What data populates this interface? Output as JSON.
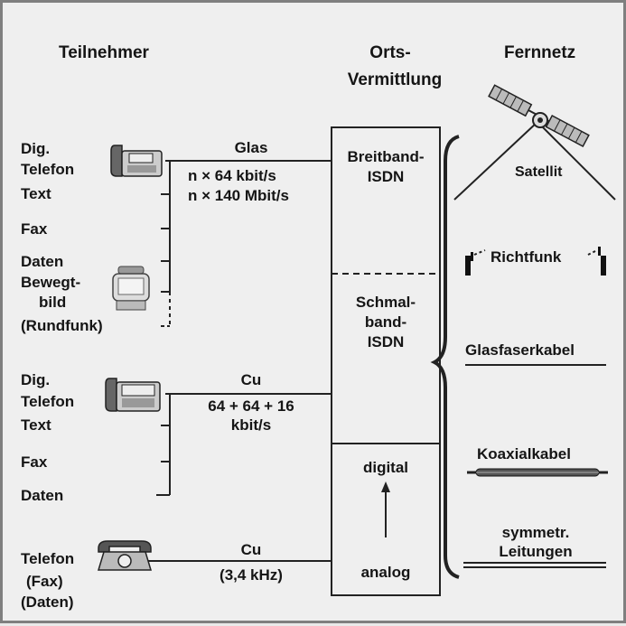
{
  "headers": {
    "subscriber": "Teilnehmer",
    "local_exchange_1": "Orts-",
    "local_exchange_2": "Vermittlung",
    "long_distance": "Fernnetz"
  },
  "broadband_group": {
    "labels": [
      "Dig.",
      "Telefon",
      "Text",
      "Fax",
      "Daten",
      "Bewegt-",
      "bild",
      "(Rundfunk)"
    ],
    "medium": "Glas",
    "rate1": "n × 64 kbit/s",
    "rate2": "n × 140 Mbit/s"
  },
  "narrowband_group": {
    "labels": [
      "Dig.",
      "Telefon",
      "Text",
      "Fax",
      "Daten"
    ],
    "medium": "Cu",
    "rate1": "64 + 64 + 16",
    "rate2": "kbit/s"
  },
  "analog_group": {
    "labels": [
      "Telefon",
      "(Fax)",
      "(Daten)"
    ],
    "medium": "Cu",
    "rate": "(3,4 kHz)"
  },
  "exchange": {
    "broadband_1": "Breitband-",
    "broadband_2": "ISDN",
    "narrowband_1": "Schmal-",
    "narrowband_2": "band-",
    "narrowband_3": "ISDN",
    "digital": "digital",
    "analog": "analog"
  },
  "network": {
    "satellite": "Satellit",
    "radio_relay": "Richtfunk",
    "fiber": "Glasfaserkabel",
    "coax": "Koaxialkabel",
    "sym_1": "symmetr.",
    "sym_2": "Leitungen"
  },
  "icons": [
    "satellite-icon",
    "radio-antenna-icon",
    "digital-telephone-icon",
    "video-terminal-icon",
    "analog-telephone-icon",
    "coaxial-cable-icon"
  ]
}
